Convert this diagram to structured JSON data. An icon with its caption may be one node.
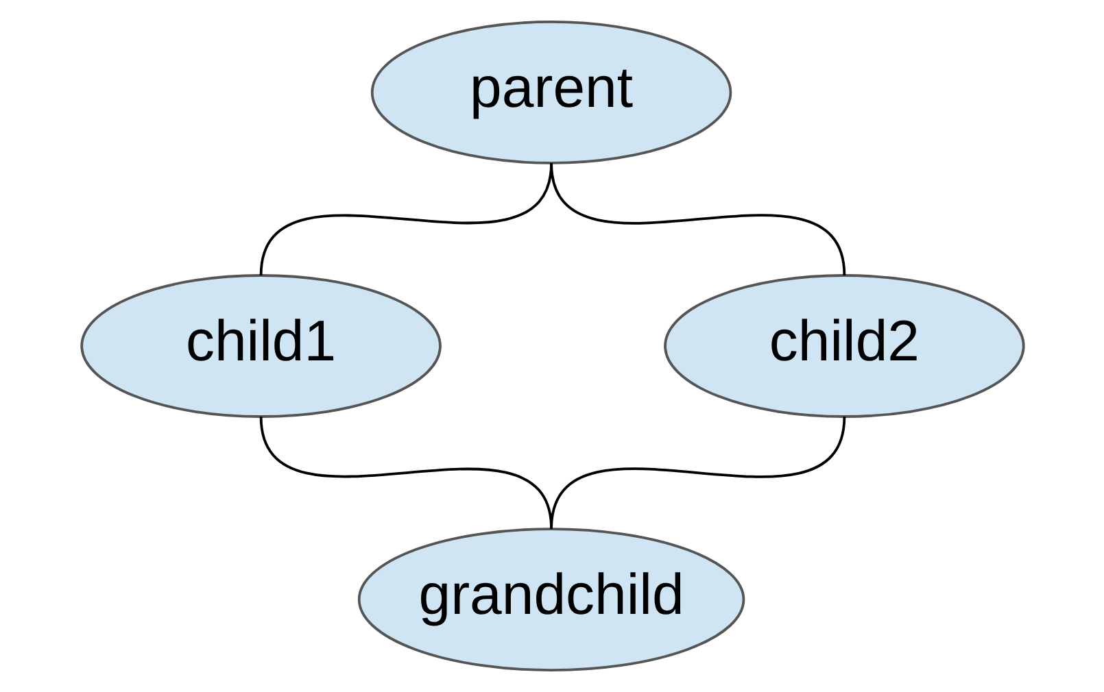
{
  "diagram": {
    "nodes": [
      {
        "text": [
          "parent"
        ]
      },
      {
        "text": [
          "child1"
        ]
      },
      {
        "text": [
          "child2"
        ]
      },
      {
        "text": [
          "grandchild"
        ]
      }
    ],
    "edges": [
      {
        "from": 0,
        "to": 1,
        "arrow": "none"
      },
      {
        "from": 0,
        "to": 2,
        "arrow": "none"
      },
      {
        "from": 1,
        "to": 3,
        "arrow": "none"
      },
      {
        "from": 2,
        "to": 3,
        "arrow": "none"
      }
    ]
  }
}
